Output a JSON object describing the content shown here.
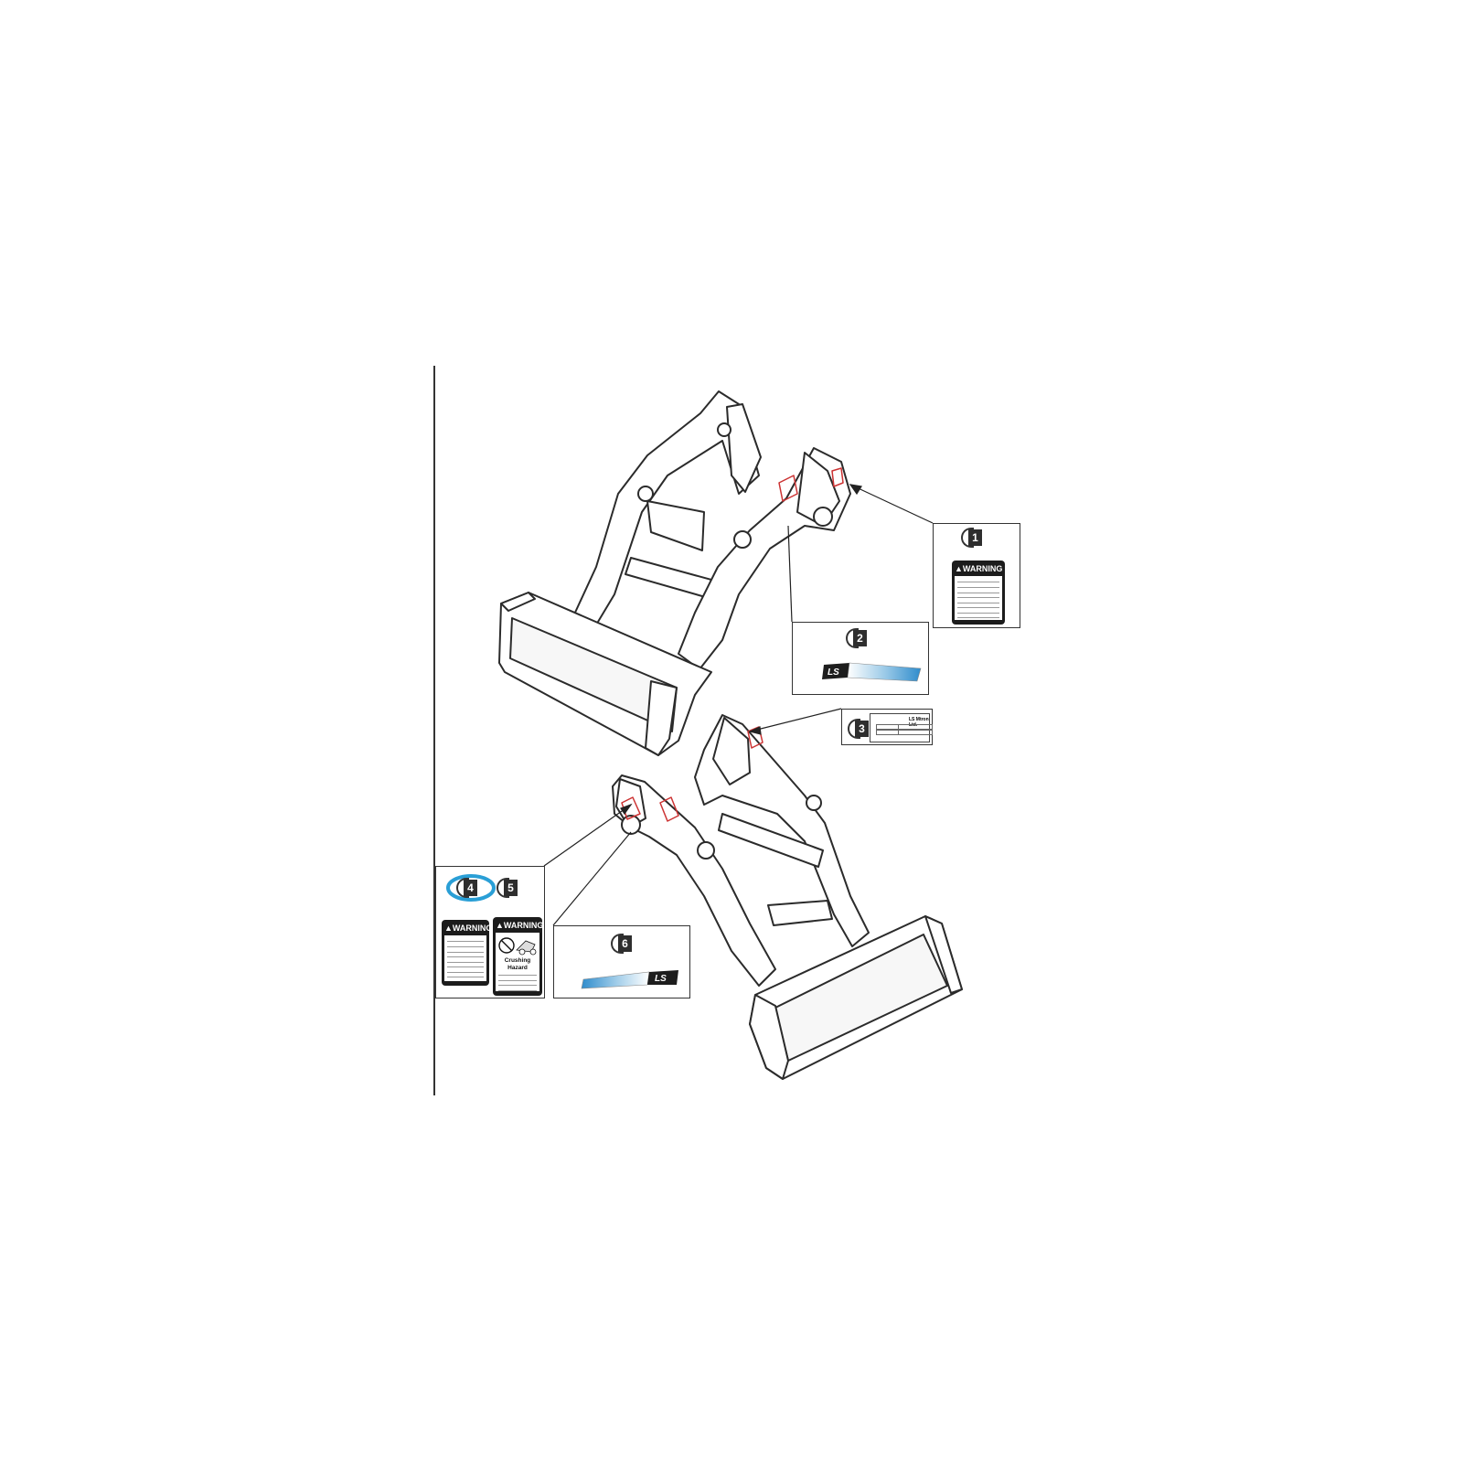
{
  "diagram": {
    "callouts": [
      {
        "id": "1",
        "number": "1",
        "label_type": "warning"
      },
      {
        "id": "2",
        "number": "2",
        "label_type": "brand-decal"
      },
      {
        "id": "3",
        "number": "3",
        "label_type": "serial-plate"
      },
      {
        "id": "4",
        "number": "4",
        "label_type": "warning",
        "highlighted": true
      },
      {
        "id": "5",
        "number": "5",
        "label_type": "crushing-warning"
      },
      {
        "id": "6",
        "number": "6",
        "label_type": "brand-decal"
      }
    ],
    "warning_heading": "WARNING",
    "crushing_hazard_title": "Crushing Hazard",
    "brand_mark": "LS",
    "serial_company": "LS Mtron Ltd."
  },
  "colors": {
    "outline": "#2b2b2b",
    "highlight_ring": "#2a9fd6",
    "hazard_marker": "#cc3333",
    "decal_blue": "#5aa9d8"
  }
}
